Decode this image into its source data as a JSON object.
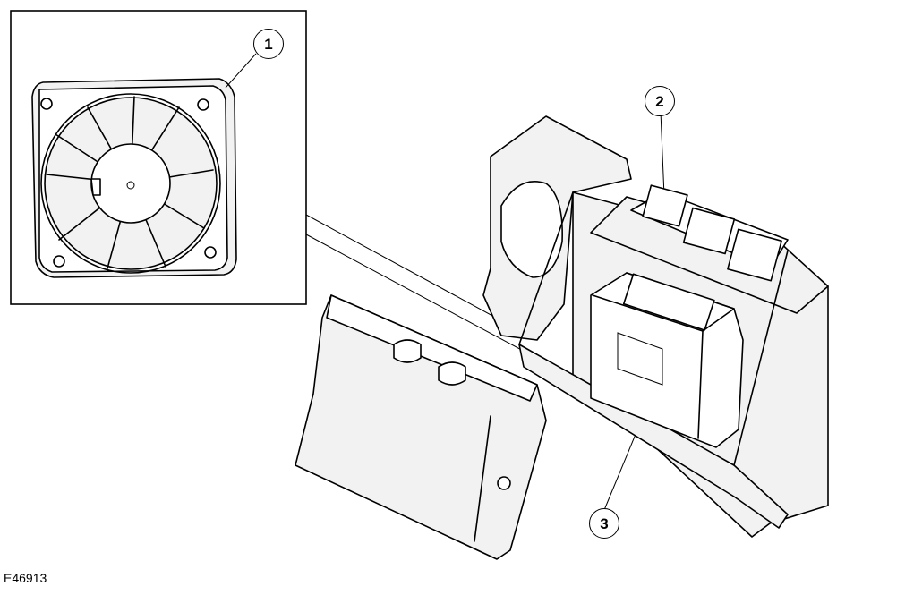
{
  "figure": {
    "id_label": "E46913",
    "callouts": [
      {
        "number": "1",
        "part": "fan"
      },
      {
        "number": "2",
        "part": "module-housing"
      },
      {
        "number": "3",
        "part": "control-module"
      }
    ]
  }
}
